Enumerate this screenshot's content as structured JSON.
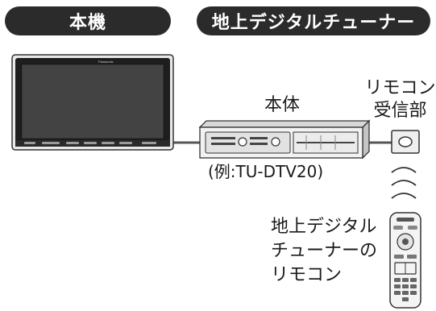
{
  "header": {
    "left_title": "本機",
    "right_title": "地上デジタルチューナー"
  },
  "tuner": {
    "label": "本体",
    "example": "(例:TU-DTV20)"
  },
  "receiver": {
    "label_line1": "リモコン",
    "label_line2": "受信部"
  },
  "remote": {
    "label_line1": "地上デジタル",
    "label_line2": "チューナーの",
    "label_line3": "リモコン"
  },
  "monitor": {
    "brand": "Panasonic"
  },
  "colors": {
    "pill_bg": "#2b2b2b",
    "cable": "#555555",
    "device_fill": "#f2f2f2",
    "outline": "#333333"
  }
}
